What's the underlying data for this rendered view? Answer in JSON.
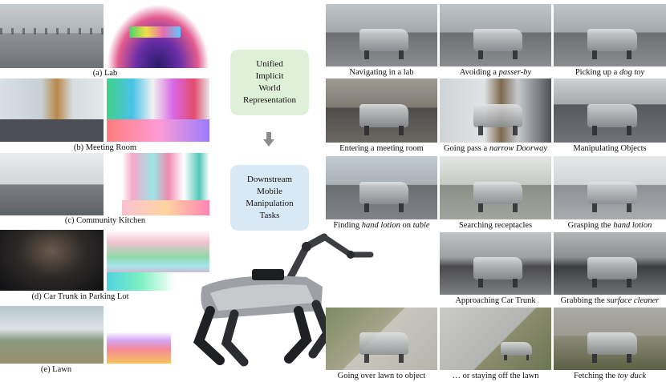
{
  "scenes": [
    {
      "label": "(a) Lab"
    },
    {
      "label": "(b) Meeting Room"
    },
    {
      "label": "(c) Community Kitchen"
    },
    {
      "label": "(d) Car Trunk in Parking Lot"
    },
    {
      "label": "(e) Lawn"
    }
  ],
  "boxes": {
    "representation": [
      "Unified",
      "Implicit",
      "World",
      "Representation"
    ],
    "tasks": [
      "Downstream",
      "Mobile",
      "Manipulation",
      "Tasks"
    ]
  },
  "colors": {
    "representation_box": "#dff0d8",
    "tasks_box": "#d9e8f5",
    "arrow": "#8c8c8c"
  },
  "tasks": [
    {
      "pre": "Navigating in a lab",
      "em": "",
      "post": ""
    },
    {
      "pre": "Avoiding a ",
      "em": "passer-by",
      "post": ""
    },
    {
      "pre": "Picking up a ",
      "em": "dog toy",
      "post": ""
    },
    {
      "pre": "Entering a meeting room",
      "em": "",
      "post": ""
    },
    {
      "pre": "Going pass a ",
      "em": "narrow Doorway",
      "post": ""
    },
    {
      "pre": "Manipulating Objects",
      "em": "",
      "post": ""
    },
    {
      "pre": "Finding ",
      "em": "hand lotion",
      "post": " on ",
      "em2": "table"
    },
    {
      "pre": "Searching receptacles",
      "em": "",
      "post": ""
    },
    {
      "pre": "Grasping the ",
      "em": "hand lotion",
      "post": ""
    },
    {
      "pre": "Approaching Car Trunk",
      "em": "",
      "post": ""
    },
    {
      "pre": "Grabbing the ",
      "em": "surface cleaner",
      "post": ""
    },
    {
      "pre": "Going over lawn to object",
      "em": "",
      "post": ""
    },
    {
      "pre": "… or staying off the lawn",
      "em": "",
      "post": ""
    },
    {
      "pre": "Fetching the ",
      "em": "toy duck",
      "post": ""
    }
  ]
}
